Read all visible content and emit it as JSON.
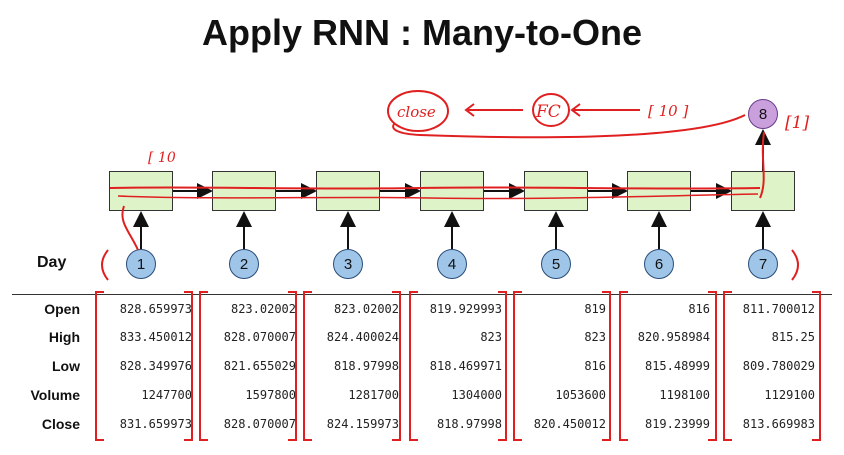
{
  "title": "Apply RNN : Many-to-One",
  "day_label": "Day",
  "days": [
    "1",
    "2",
    "3",
    "4",
    "5",
    "6",
    "7"
  ],
  "output_node": "8",
  "table": {
    "row_labels": [
      "Open",
      "High",
      "Low",
      "Volume",
      "Close"
    ],
    "columns": [
      [
        "828.659973",
        "833.450012",
        "828.349976",
        "1247700",
        "831.659973"
      ],
      [
        "823.02002",
        "828.070007",
        "821.655029",
        "1597800",
        "828.070007"
      ],
      [
        "823.02002",
        "824.400024",
        "818.97998",
        "1281700",
        "824.159973"
      ],
      [
        "819.929993",
        "823",
        "818.469971",
        "1304000",
        "818.97998"
      ],
      [
        "819",
        "823",
        "816",
        "1053600",
        "820.450012"
      ],
      [
        "816",
        "820.958984",
        "815.48999",
        "1198100",
        "819.23999"
      ],
      [
        "811.700012",
        "815.25",
        "809.780029",
        "1129100",
        "813.669983"
      ]
    ]
  },
  "handwriting": {
    "close": "close",
    "fc": "FC",
    "dim_10": "[ 10 ]",
    "dim_1": "[1]",
    "dim_10_top": "[ 10"
  },
  "colors": {
    "cell_fill": "#dff3c9",
    "day_circle": "#9fc5e8",
    "output_circle": "#c9a0dc",
    "ink": "#e02020"
  }
}
